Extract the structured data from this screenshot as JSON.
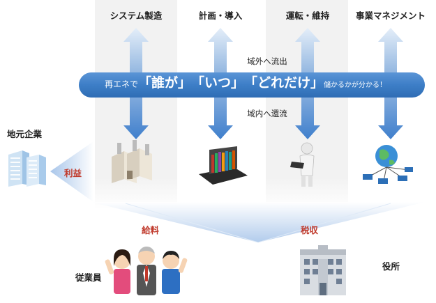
{
  "columns": [
    {
      "title": "システム製造",
      "icon": "factory-icon"
    },
    {
      "title": "計画・導入",
      "icon": "laptop-books-icon"
    },
    {
      "title": "運転・維持",
      "icon": "person-laptop-icon"
    },
    {
      "title": "事業マネジメント",
      "icon": "globe-network-icon"
    }
  ],
  "flow": {
    "outflow": "域外へ流出",
    "inflow": "域内へ還流"
  },
  "banner": {
    "prefix": "再エネで",
    "q1": "「誰が」",
    "q2": "「いつ」",
    "q3": "「どれだけ」",
    "suffix": "儲かるかが分かる！"
  },
  "local_company": {
    "label": "地元企業",
    "benefit": "利益",
    "icon": "office-buildings-icon"
  },
  "employees": {
    "label": "従業員",
    "flow": "給料",
    "icon": "happy-people-icon"
  },
  "government": {
    "label": "役所",
    "flow": "税収",
    "icon": "government-building-icon"
  },
  "colors": {
    "banner": "#3d7ec7",
    "arrow": "#4a85cc",
    "pale_arrow": "#b8d1ec",
    "column": "#eeeeee",
    "red": "#c0392b"
  }
}
